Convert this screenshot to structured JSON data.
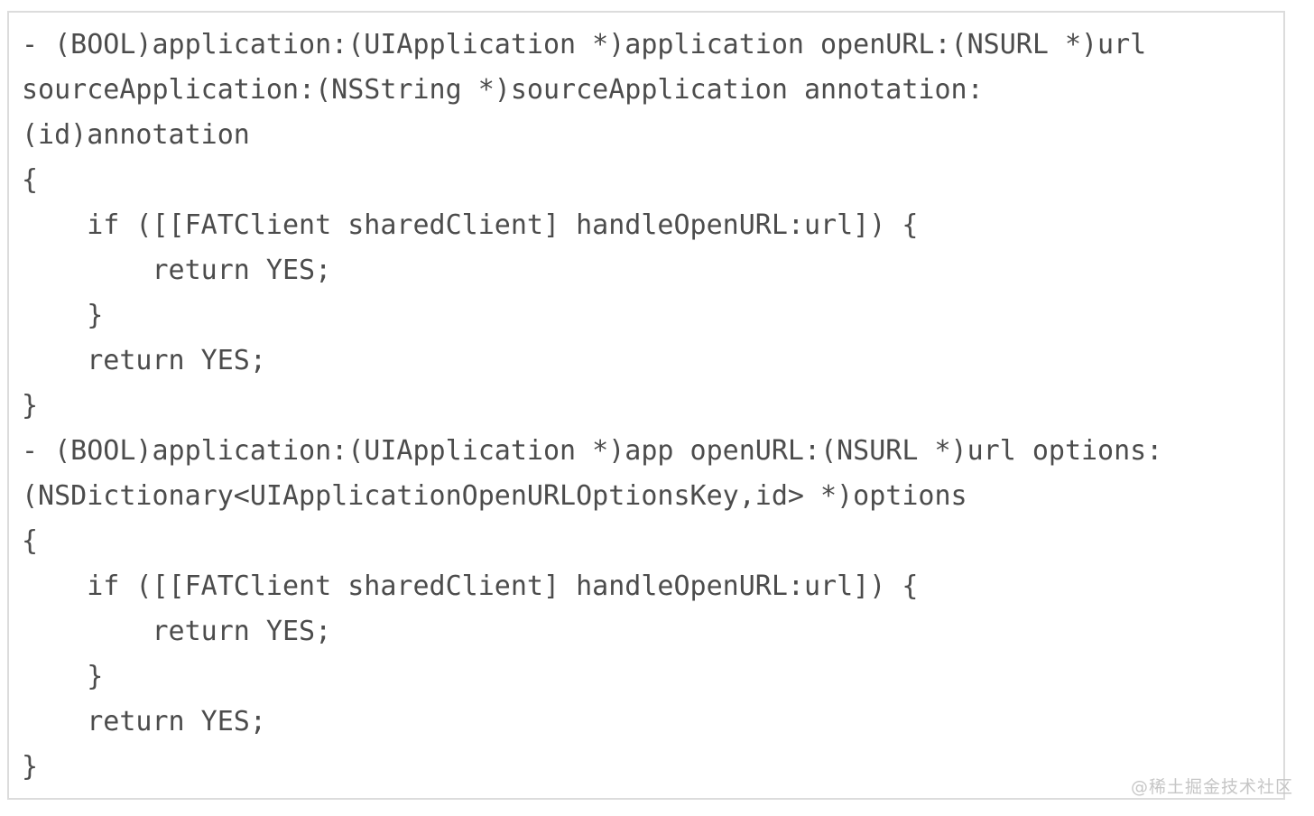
{
  "code_block": {
    "lines": [
      "- (BOOL)application:(UIApplication *)application openURL:(NSURL *)url",
      "sourceApplication:(NSString *)sourceApplication annotation:",
      "(id)annotation",
      "{",
      "    if ([[FATClient sharedClient] handleOpenURL:url]) {",
      "        return YES;",
      "    }",
      "    return YES;",
      "}",
      "- (BOOL)application:(UIApplication *)app openURL:(NSURL *)url options:",
      "(NSDictionary<UIApplicationOpenURLOptionsKey,id> *)options",
      "{",
      "    if ([[FATClient sharedClient] handleOpenURL:url]) {",
      "        return YES;",
      "    }",
      "    return YES;",
      "}"
    ]
  },
  "watermark": {
    "text": "@稀土掘金技术社区"
  },
  "colors": {
    "background": "#ffffff",
    "code_text": "#4c4c4c",
    "border": "#dcdcdc",
    "watermark_text": "#c6c6c6"
  }
}
